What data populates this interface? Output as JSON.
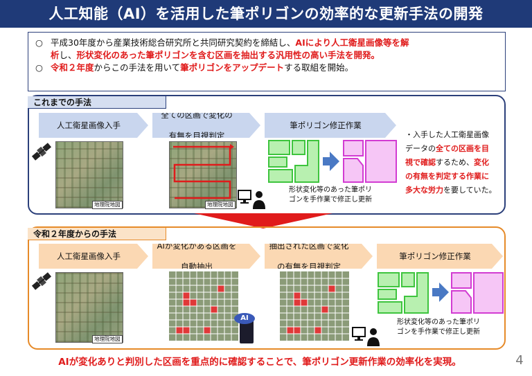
{
  "title": "人工知能（AI）を活用した筆ポリゴンの効率的な更新手法の開発",
  "intro": {
    "bullet": "○",
    "line1_a": "平成30年度から産業技術総合研究所と共同研究契約を締結し、",
    "line1_b": "AIにより人工衛星画像等を解",
    "line2_a": "析",
    "line2_b": "し、",
    "line2_c": "形状変化のあった筆ポリゴンを含む区画を抽出する汎用性の高い手法を開発。",
    "line3_a": "令和２年度",
    "line3_b": "からこの手法を用いて",
    "line3_c": "筆ポリゴンをアップデート",
    "line3_d": "する取組を開始。"
  },
  "old_method": {
    "label": "これまでの手法",
    "step1": "人工衛星画像入手",
    "step2_l1": "全ての区画で変化の",
    "step2_l2": "有無を目視判定",
    "step3": "筆ポリゴン修正作業",
    "map_label_1": "地理院地図",
    "map_label_2": "地理院地図",
    "note_l1": "形状変化等のあった筆ポリ",
    "note_l2": "ゴンを手作業で修正し更新",
    "side_l1": "・入手した人工衛星画像",
    "side_l2a": "データの",
    "side_l2b": "全ての区画を目",
    "side_l3a": "視で確認",
    "side_l3b": "するため、",
    "side_l3c": "変化",
    "side_l4": "の有無を判定する作業に",
    "side_l5a": "多大な労力",
    "side_l5b": "を要していた。"
  },
  "new_method": {
    "label": "令和２年度からの手法",
    "step1": "人工衛星画像入手",
    "step2_l1": "AIが変化がある区画を",
    "step2_l2": "自動抽出",
    "step3_l1": "抽出された区画で変化",
    "step3_l2": "の有無を目視判定",
    "step4": "筆ポリゴン修正作業",
    "map_label": "地理院地図",
    "ai_badge": "AI",
    "note_l1": "形状変化等のあった筆ポリ",
    "note_l2": "ゴンを手作業で修正し更新"
  },
  "footer": "AIが変化ありと判別した区画を重点的に確認することで、筆ポリゴン更新作業の効率化を実現。",
  "page_number": "4",
  "colors": {
    "title_bg": "#1f3a78",
    "accent_red": "#e01b1b",
    "old_border": "#2b3f7a",
    "new_border": "#e68a28",
    "polygon_green": "#3ec43e",
    "polygon_magenta": "#d23cd2",
    "arrow_blue": "#4a79c4"
  },
  "icons": [
    "satellite-icon",
    "person-computer-icon",
    "ai-server-icon",
    "down-arrow-icon",
    "right-arrow-icon"
  ]
}
